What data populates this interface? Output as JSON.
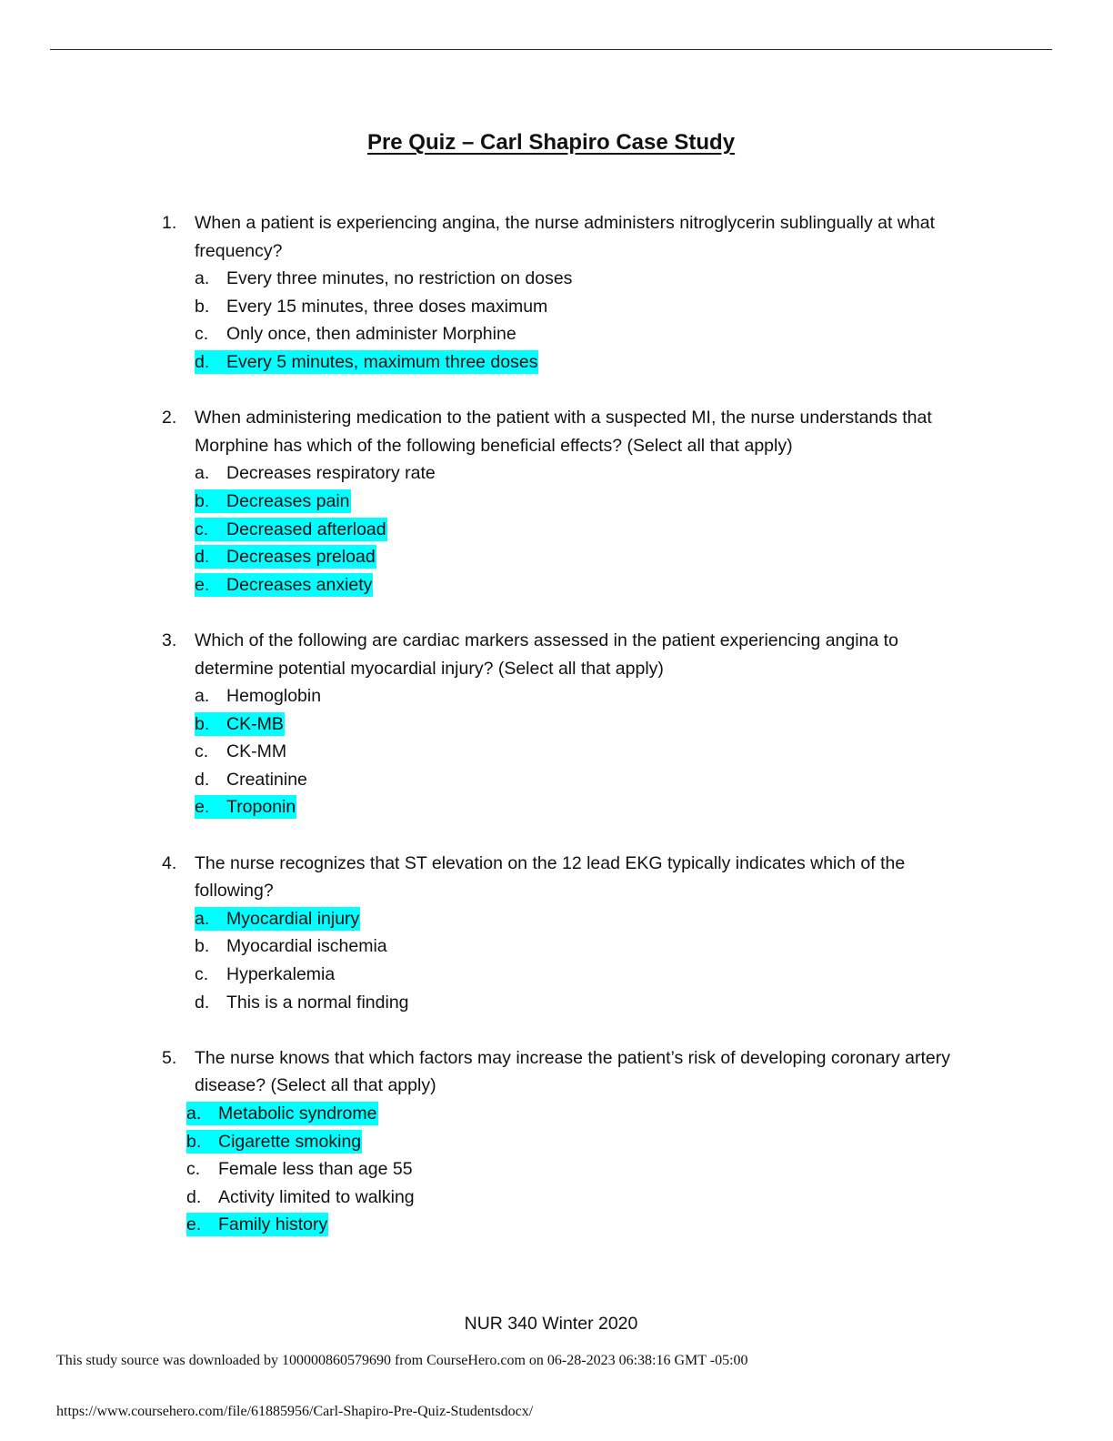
{
  "title": "Pre Quiz – Carl Shapiro Case Study",
  "questions": [
    {
      "number": "1.",
      "text": "When a patient is experiencing angina, the nurse administers nitroglycerin sublingually at what frequency?",
      "options": [
        {
          "letter": "a.",
          "text": "Every three minutes, no restriction on doses",
          "highlighted": false
        },
        {
          "letter": "b.",
          "text": "Every 15 minutes, three doses maximum",
          "highlighted": false
        },
        {
          "letter": "c.",
          "text": "Only once, then administer Morphine",
          "highlighted": false
        },
        {
          "letter": "d.",
          "text": "Every 5 minutes, maximum three doses",
          "highlighted": true
        }
      ]
    },
    {
      "number": "2.",
      "text": "When administering medication to the patient with a suspected MI, the nurse understands that Morphine has which of the following beneficial effects? (Select all that apply)",
      "options": [
        {
          "letter": "a.",
          "text": "Decreases respiratory rate",
          "highlighted": false
        },
        {
          "letter": "b.",
          "text": "Decreases pain",
          "highlighted": true
        },
        {
          "letter": "c.",
          "text": "Decreased afterload",
          "highlighted": true
        },
        {
          "letter": "d.",
          "text": "Decreases preload",
          "highlighted": true
        },
        {
          "letter": "e.",
          "text": "Decreases anxiety",
          "highlighted": true
        }
      ]
    },
    {
      "number": "3.",
      "text": "Which of the following are cardiac markers assessed in the patient experiencing angina to determine potential myocardial injury? (Select all that apply)",
      "options": [
        {
          "letter": "a.",
          "text": "Hemoglobin",
          "highlighted": false
        },
        {
          "letter": "b.",
          "text": "CK-MB",
          "highlighted": true
        },
        {
          "letter": "c.",
          "text": "CK-MM",
          "highlighted": false
        },
        {
          "letter": "d.",
          "text": "Creatinine",
          "highlighted": false
        },
        {
          "letter": "e.",
          "text": "Troponin",
          "highlighted": true
        }
      ]
    },
    {
      "number": "4.",
      "text": "The nurse recognizes that ST elevation on the 12 lead EKG typically indicates which of the following?",
      "options": [
        {
          "letter": "a.",
          "text": "Myocardial injury",
          "highlighted": true
        },
        {
          "letter": "b.",
          "text": "Myocardial ischemia",
          "highlighted": false
        },
        {
          "letter": "c.",
          "text": "Hyperkalemia",
          "highlighted": false
        },
        {
          "letter": "d.",
          "text": "This is a normal finding",
          "highlighted": false
        }
      ]
    },
    {
      "number": "5.",
      "text": "The nurse knows that which factors may increase the patient’s risk of developing coronary artery disease? (Select all that apply)",
      "options": [
        {
          "letter": "a.",
          "text": "Metabolic syndrome",
          "highlighted": true
        },
        {
          "letter": "b.",
          "text": "Cigarette smoking",
          "highlighted": true
        },
        {
          "letter": "c.",
          "text": "Female less than age 55",
          "highlighted": false
        },
        {
          "letter": "d.",
          "text": "Activity limited to walking",
          "highlighted": false
        },
        {
          "letter": "e.",
          "text": "Family history",
          "highlighted": true
        }
      ]
    }
  ],
  "highlight_color": "#00ffff",
  "footer": {
    "course": "NUR 340 Winter 2020",
    "source_note": "This study source was downloaded by 100000860579690 from CourseHero.com on 06-28-2023 06:38:16 GMT -05:00",
    "url": "https://www.coursehero.com/file/61885956/Carl-Shapiro-Pre-Quiz-Studentsdocx/"
  }
}
